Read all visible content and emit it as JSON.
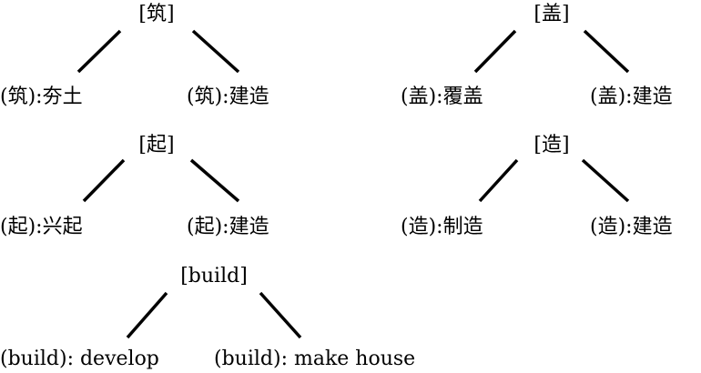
{
  "trees": [
    {
      "root": "[筑]",
      "left": "(筑):夯土",
      "right": "(筑):建造"
    },
    {
      "root": "[盖]",
      "left": "(盖):覆盖",
      "right": "(盖):建造"
    },
    {
      "root": "[起]",
      "left": "(起):兴起",
      "right": "(起):建造"
    },
    {
      "root": "[造]",
      "left": "(造):制造",
      "right": "(造):建造"
    },
    {
      "root": "[build]",
      "left": "(build): develop",
      "right": "(build): make house"
    }
  ]
}
